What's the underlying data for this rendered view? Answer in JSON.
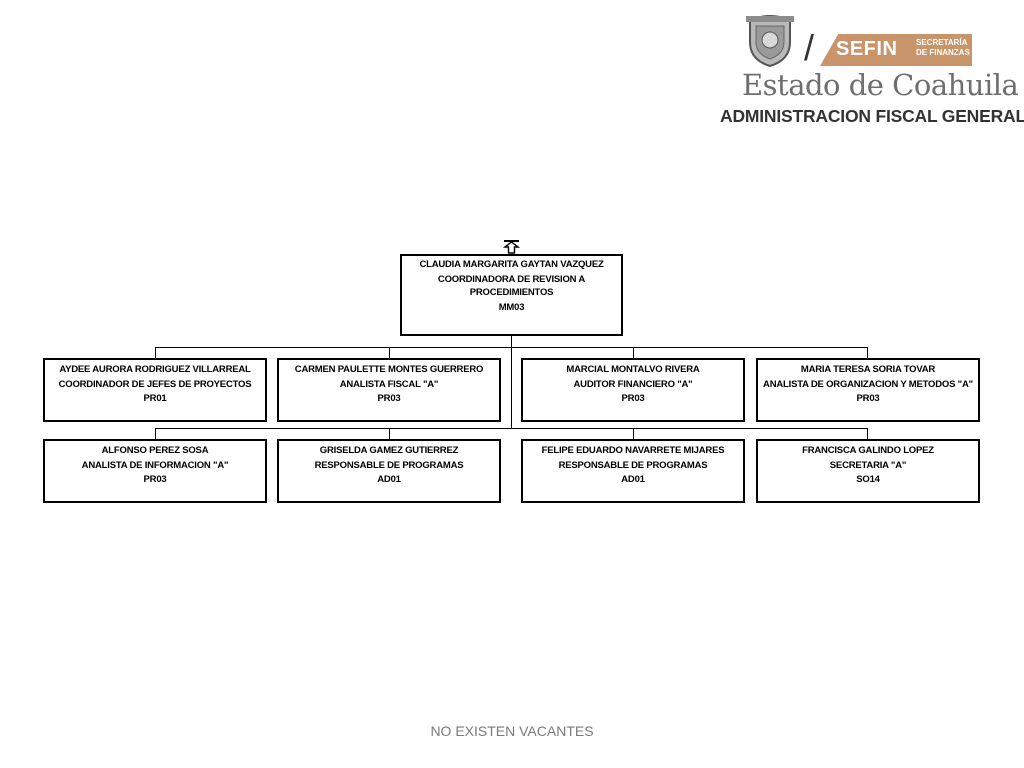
{
  "header": {
    "brand": "SEFIN",
    "brand_sub_1": "SECRETARÍA",
    "brand_sub_2": "DE FINANZAS",
    "state_name": "Estado de Coahuila",
    "agency": "ADMINISTRACION FISCAL GENERAL"
  },
  "root": {
    "name": "CLAUDIA MARGARITA GAYTAN VAZQUEZ",
    "title_1": "COORDINADORA DE REVISION A",
    "title_2": "PROCEDIMIENTOS",
    "code": "MM03"
  },
  "row1": [
    {
      "name": "AYDEE AURORA RODRIGUEZ VILLARREAL",
      "title": "COORDINADOR DE JEFES DE PROYECTOS",
      "code": "PR01"
    },
    {
      "name": "CARMEN PAULETTE MONTES GUERRERO",
      "title": "ANALISTA FISCAL \"A\"",
      "code": "PR03"
    },
    {
      "name": "MARCIAL MONTALVO RIVERA",
      "title": "AUDITOR FINANCIERO \"A\"",
      "code": "PR03"
    },
    {
      "name": "MARIA TERESA SORIA TOVAR",
      "title": "ANALISTA DE ORGANIZACION Y METODOS \"A\"",
      "code": "PR03"
    }
  ],
  "row2": [
    {
      "name": "ALFONSO PEREZ SOSA",
      "title": "ANALISTA DE INFORMACION \"A\"",
      "code": "PR03"
    },
    {
      "name": "GRISELDA GAMEZ GUTIERREZ",
      "title": "RESPONSABLE DE PROGRAMAS",
      "code": "AD01"
    },
    {
      "name": "FELIPE EDUARDO NAVARRETE MIJARES",
      "title": "RESPONSABLE DE PROGRAMAS",
      "code": "AD01"
    },
    {
      "name": "FRANCISCA GALINDO LOPEZ",
      "title": "SECRETARIA  \"A\"",
      "code": "SO14"
    }
  ],
  "footer": "NO EXISTEN VACANTES"
}
